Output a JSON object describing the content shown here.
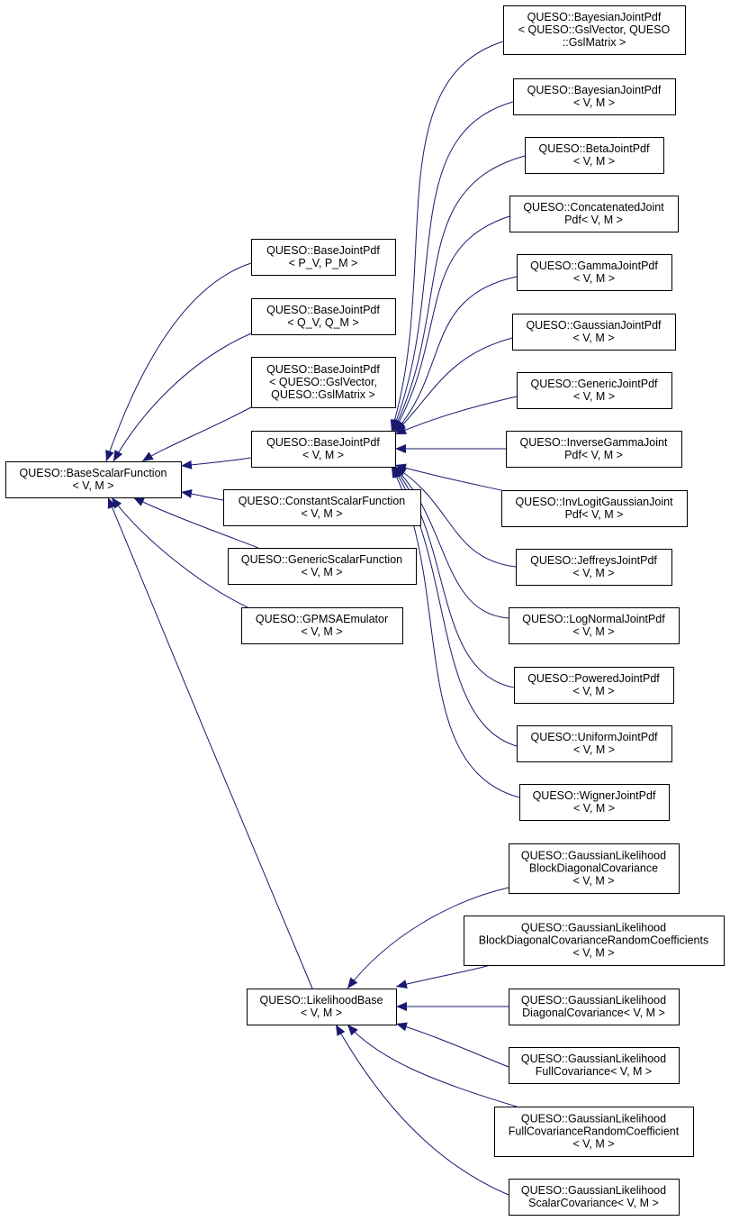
{
  "colors": {
    "edge": "#191970",
    "node_border": "#000000",
    "node_fill": "#ffffff",
    "background": "#ffffff"
  },
  "arrow_style": "filled-triangle-at-base-class",
  "nodes": {
    "base_scalar_function": [
      "QUESO::BaseScalarFunction",
      "< V, M >"
    ],
    "base_joint_pdf_pv_pm": [
      "QUESO::BaseJointPdf",
      "< P_V, P_M >"
    ],
    "base_joint_pdf_qv_qm": [
      "QUESO::BaseJointPdf",
      "< Q_V, Q_M >"
    ],
    "base_joint_pdf_gsl": [
      "QUESO::BaseJointPdf",
      "< QUESO::GslVector,",
      "QUESO::GslMatrix >"
    ],
    "base_joint_pdf_vm": [
      "QUESO::BaseJointPdf",
      "< V, M >"
    ],
    "constant_scalar_function": [
      "QUESO::ConstantScalarFunction",
      "< V, M >"
    ],
    "generic_scalar_function": [
      "QUESO::GenericScalarFunction",
      "< V, M >"
    ],
    "gpmsa_emulator": [
      "QUESO::GPMSAEmulator",
      "< V, M >"
    ],
    "likelihood_base": [
      "QUESO::LikelihoodBase",
      "< V, M >"
    ],
    "bayesian_joint_pdf_gsl": [
      "QUESO::BayesianJointPdf",
      "< QUESO::GslVector, QUESO",
      "::GslMatrix >"
    ],
    "bayesian_joint_pdf": [
      "QUESO::BayesianJointPdf",
      "< V, M >"
    ],
    "beta_joint_pdf": [
      "QUESO::BetaJointPdf",
      "< V, M >"
    ],
    "concatenated_joint_pdf": [
      "QUESO::ConcatenatedJoint",
      "Pdf< V, M >"
    ],
    "gamma_joint_pdf": [
      "QUESO::GammaJointPdf",
      "< V, M >"
    ],
    "gaussian_joint_pdf": [
      "QUESO::GaussianJointPdf",
      "< V, M >"
    ],
    "generic_joint_pdf": [
      "QUESO::GenericJointPdf",
      "< V, M >"
    ],
    "inverse_gamma_joint_pdf": [
      "QUESO::InverseGammaJoint",
      "Pdf< V, M >"
    ],
    "inv_logit_gaussian_joint_pdf": [
      "QUESO::InvLogitGaussianJoint",
      "Pdf< V, M >"
    ],
    "jeffreys_joint_pdf": [
      "QUESO::JeffreysJointPdf",
      "< V, M >"
    ],
    "log_normal_joint_pdf": [
      "QUESO::LogNormalJointPdf",
      "< V, M >"
    ],
    "powered_joint_pdf": [
      "QUESO::PoweredJointPdf",
      "< V, M >"
    ],
    "uniform_joint_pdf": [
      "QUESO::UniformJointPdf",
      "< V, M >"
    ],
    "wigner_joint_pdf": [
      "QUESO::WignerJointPdf",
      "< V, M >"
    ],
    "gl_block_diagonal_covariance": [
      "QUESO::GaussianLikelihood",
      "BlockDiagonalCovariance",
      "< V, M >"
    ],
    "gl_block_diagonal_covariance_rc": [
      "QUESO::GaussianLikelihood",
      "BlockDiagonalCovarianceRandomCoefficients",
      "< V, M >"
    ],
    "gl_diagonal_covariance": [
      "QUESO::GaussianLikelihood",
      "DiagonalCovariance< V, M >"
    ],
    "gl_full_covariance": [
      "QUESO::GaussianLikelihood",
      "FullCovariance< V, M >"
    ],
    "gl_full_covariance_rc": [
      "QUESO::GaussianLikelihood",
      "FullCovarianceRandomCoefficient",
      "< V, M >"
    ],
    "gl_scalar_covariance": [
      "QUESO::GaussianLikelihood",
      "ScalarCovariance< V, M >"
    ]
  },
  "edges": [
    [
      "base_joint_pdf_pv_pm",
      "base_scalar_function"
    ],
    [
      "base_joint_pdf_qv_qm",
      "base_scalar_function"
    ],
    [
      "base_joint_pdf_gsl",
      "base_scalar_function"
    ],
    [
      "base_joint_pdf_vm",
      "base_scalar_function"
    ],
    [
      "constant_scalar_function",
      "base_scalar_function"
    ],
    [
      "generic_scalar_function",
      "base_scalar_function"
    ],
    [
      "gpmsa_emulator",
      "base_scalar_function"
    ],
    [
      "likelihood_base",
      "base_scalar_function"
    ],
    [
      "bayesian_joint_pdf_gsl",
      "base_joint_pdf_vm"
    ],
    [
      "bayesian_joint_pdf",
      "base_joint_pdf_vm"
    ],
    [
      "beta_joint_pdf",
      "base_joint_pdf_vm"
    ],
    [
      "concatenated_joint_pdf",
      "base_joint_pdf_vm"
    ],
    [
      "gamma_joint_pdf",
      "base_joint_pdf_vm"
    ],
    [
      "gaussian_joint_pdf",
      "base_joint_pdf_vm"
    ],
    [
      "generic_joint_pdf",
      "base_joint_pdf_vm"
    ],
    [
      "inverse_gamma_joint_pdf",
      "base_joint_pdf_vm"
    ],
    [
      "inv_logit_gaussian_joint_pdf",
      "base_joint_pdf_vm"
    ],
    [
      "jeffreys_joint_pdf",
      "base_joint_pdf_vm"
    ],
    [
      "log_normal_joint_pdf",
      "base_joint_pdf_vm"
    ],
    [
      "powered_joint_pdf",
      "base_joint_pdf_vm"
    ],
    [
      "uniform_joint_pdf",
      "base_joint_pdf_vm"
    ],
    [
      "wigner_joint_pdf",
      "base_joint_pdf_vm"
    ],
    [
      "gl_block_diagonal_covariance",
      "likelihood_base"
    ],
    [
      "gl_block_diagonal_covariance_rc",
      "likelihood_base"
    ],
    [
      "gl_diagonal_covariance",
      "likelihood_base"
    ],
    [
      "gl_full_covariance",
      "likelihood_base"
    ],
    [
      "gl_full_covariance_rc",
      "likelihood_base"
    ],
    [
      "gl_scalar_covariance",
      "likelihood_base"
    ]
  ]
}
